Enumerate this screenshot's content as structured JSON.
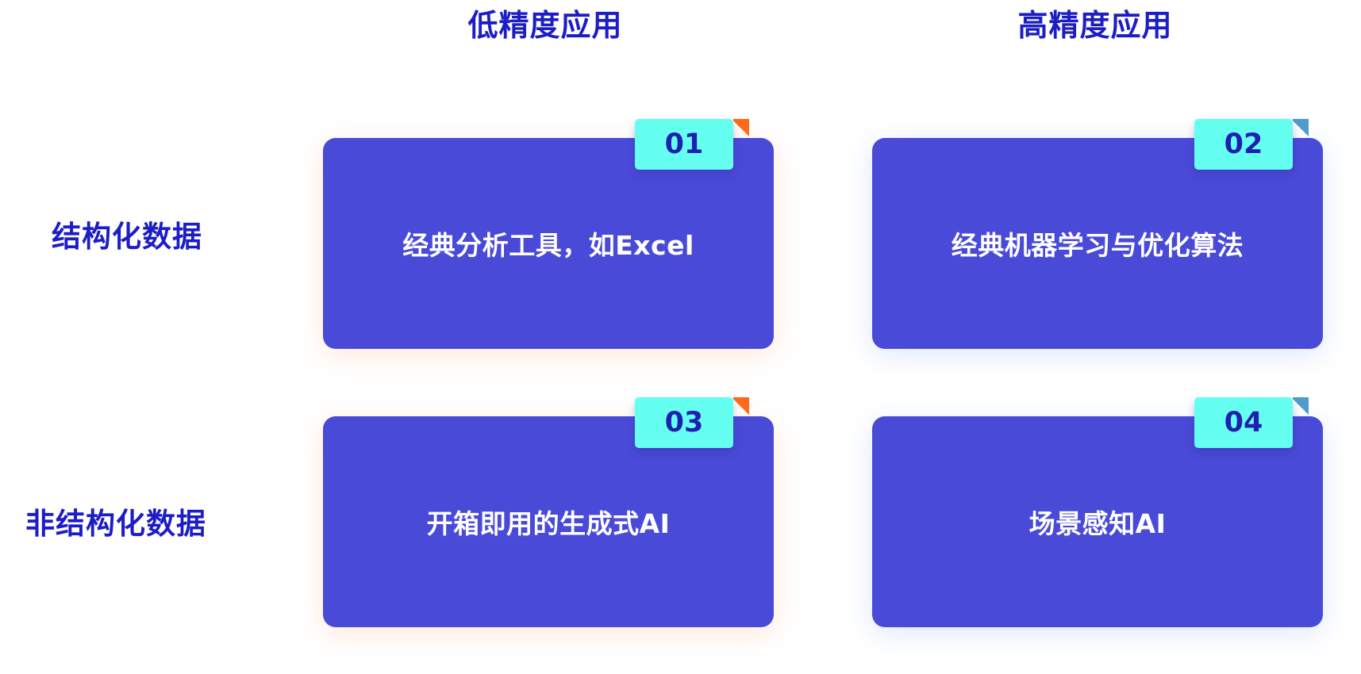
{
  "colors": {
    "header_text": "#1d1dc6",
    "card_bg": "#4a4ad8",
    "badge_bg": "#64fff0",
    "badge_text": "#1f1fb0",
    "fold_warm": "#ff6a1a",
    "fold_cool": "#4f9ccc"
  },
  "columns": [
    {
      "label": "低精度应用"
    },
    {
      "label": "高精度应用"
    }
  ],
  "rows": [
    {
      "label": "结构化数据"
    },
    {
      "label": "非结构化数据"
    }
  ],
  "cards": [
    {
      "number": "01",
      "text": "经典分析工具，如Excel",
      "fold_color": "#ff6a1a"
    },
    {
      "number": "02",
      "text": "经典机器学习与优化算法",
      "fold_color": "#4f9ccc"
    },
    {
      "number": "03",
      "text": "开箱即用的生成式AI",
      "fold_color": "#ff6a1a"
    },
    {
      "number": "04",
      "text": "场景感知AI",
      "fold_color": "#4f9ccc"
    }
  ]
}
